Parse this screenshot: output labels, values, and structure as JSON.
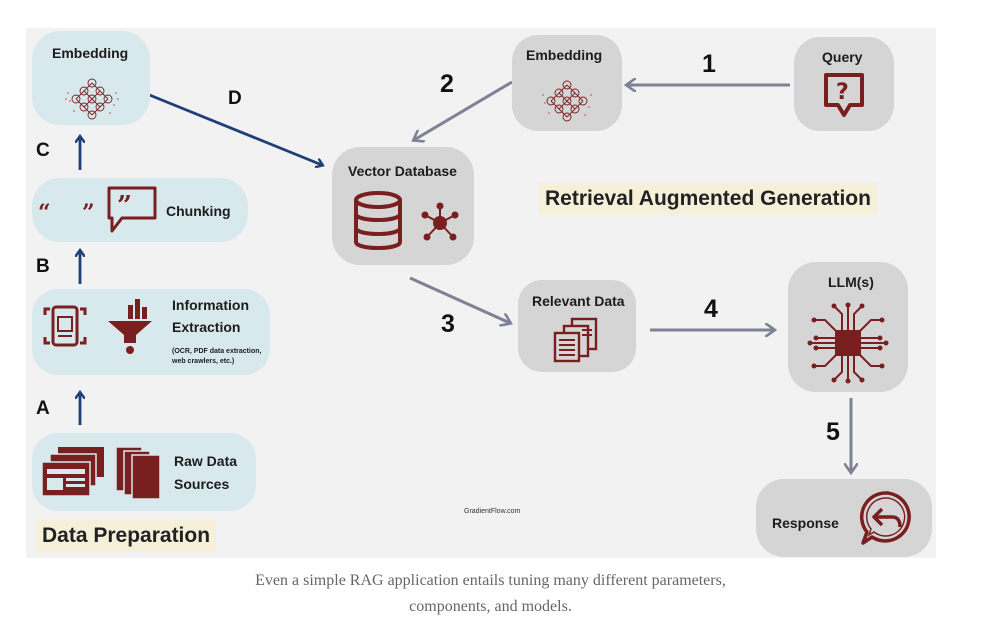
{
  "prep": {
    "embedding": "Embedding",
    "chunking": "Chunking",
    "info_line1": "Information",
    "info_line2": "Extraction",
    "info_sub1": "(OCR, PDF data extraction,",
    "info_sub2": "web crawlers, etc.)",
    "raw_line1": "Raw Data",
    "raw_line2": "Sources",
    "title": "Data Preparation",
    "letters": {
      "a": "A",
      "b": "B",
      "c": "C",
      "d": "D"
    }
  },
  "rag": {
    "query": "Query",
    "embedding": "Embedding",
    "vector_db": "Vector Database",
    "relevant": "Relevant Data",
    "llm": "LLM(s)",
    "response": "Response",
    "title": "Retrieval Augmented Generation",
    "steps": {
      "s1": "1",
      "s2": "2",
      "s3": "3",
      "s4": "4",
      "s5": "5"
    }
  },
  "credit": "GradientFlow.com",
  "caption": {
    "line1": "Even a simple RAG application entails tuning many different parameters,",
    "line2": "components, and models."
  },
  "colors": {
    "accent": "#7a1f1f",
    "prep_arrow": "#1f3f78",
    "rag_arrow": "#7f8296",
    "prep_node": "#d8e9ee",
    "rag_node": "#d5d5d5"
  },
  "icons": {
    "embedding": "neural-network-icon",
    "quote": "quote-icon",
    "speech": "speech-bubble-quote-icon",
    "document_scan": "document-scan-icon",
    "funnel": "funnel-chart-icon",
    "documents": "document-stack-icon",
    "query": "question-bubble-icon",
    "database": "database-icon",
    "network": "network-graph-icon",
    "relevant": "numbered-documents-icon",
    "chip": "processor-chip-icon",
    "response": "reply-bubble-icon"
  }
}
